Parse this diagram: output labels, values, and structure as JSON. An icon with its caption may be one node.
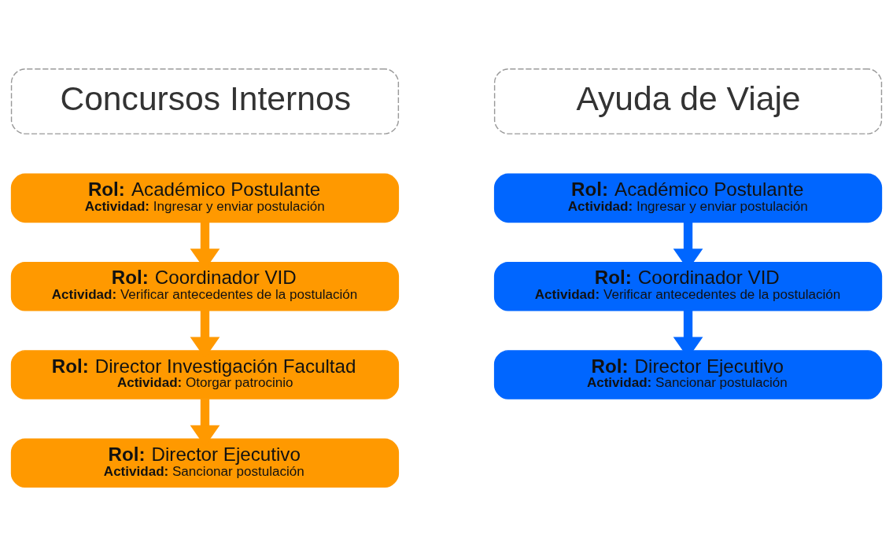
{
  "diagram": {
    "nodes": [
      {
        "text": [
          "Concursos Internos"
        ]
      },
      {
        "text": [
          "**Rol:** Académico Postulante",
          "**Actividad:** Ingresar y enviar postulación"
        ]
      },
      {
        "text": [
          "**Rol:** Coordinador VID",
          "**Actividad:** Verificar antecedentes de la postulación"
        ]
      },
      {
        "text": [
          "**Rol:** Director Investigación Facultad",
          "**Actividad:** Otorgar patrocinio"
        ]
      },
      {
        "text": [
          "**Rol:** Director Ejecutivo",
          "**Actividad:** Sancionar postulación"
        ]
      },
      {
        "text": [
          "Ayuda de Viaje"
        ]
      },
      {
        "text": [
          "**Rol:** Académico Postulante",
          "**Actividad:** Ingresar y enviar postulación"
        ]
      },
      {
        "text": [
          "**Rol:** Coordinador VID",
          "**Actividad:** Verificar antecedentes de la postulación"
        ]
      },
      {
        "text": [
          "**Rol:** Director Ejecutivo",
          "**Actividad:** Sancionar postulación"
        ]
      }
    ],
    "edges": [
      {
        "from": 1,
        "to": 2,
        "arrow": "to",
        "color": "#ff9900"
      },
      {
        "from": 2,
        "to": 3,
        "arrow": "to",
        "color": "#ff9900"
      },
      {
        "from": 3,
        "to": 4,
        "arrow": "to",
        "color": "#ff9900"
      },
      {
        "from": 6,
        "to": 7,
        "arrow": "to",
        "color": "#0066ff"
      },
      {
        "from": 7,
        "to": 8,
        "arrow": "to",
        "color": "#0066ff"
      }
    ]
  }
}
